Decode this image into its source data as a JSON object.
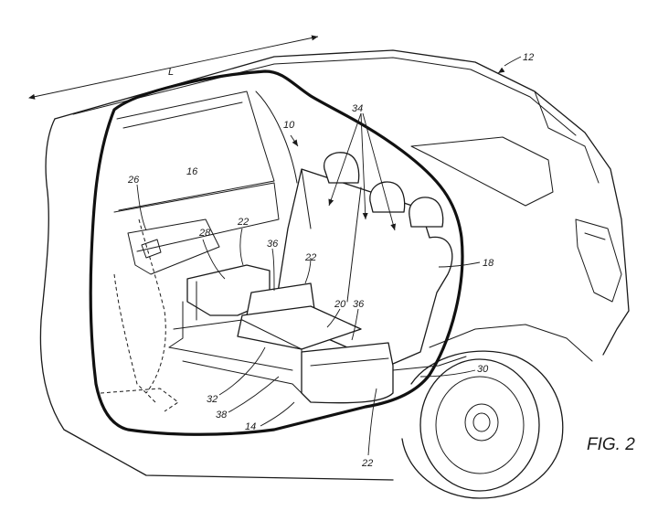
{
  "figure_label": "FIG. 2",
  "refs": {
    "length": "L",
    "vehicle": "12",
    "cabin": "10",
    "seat_mark": "34",
    "door": "16",
    "door_part": "26",
    "seat_part": "28",
    "seat_cushion": "22",
    "console": "36",
    "seatback": "18",
    "seat_bottom": "20",
    "part_30": "30",
    "part_32": "32",
    "part_38": "38",
    "floor": "14"
  }
}
